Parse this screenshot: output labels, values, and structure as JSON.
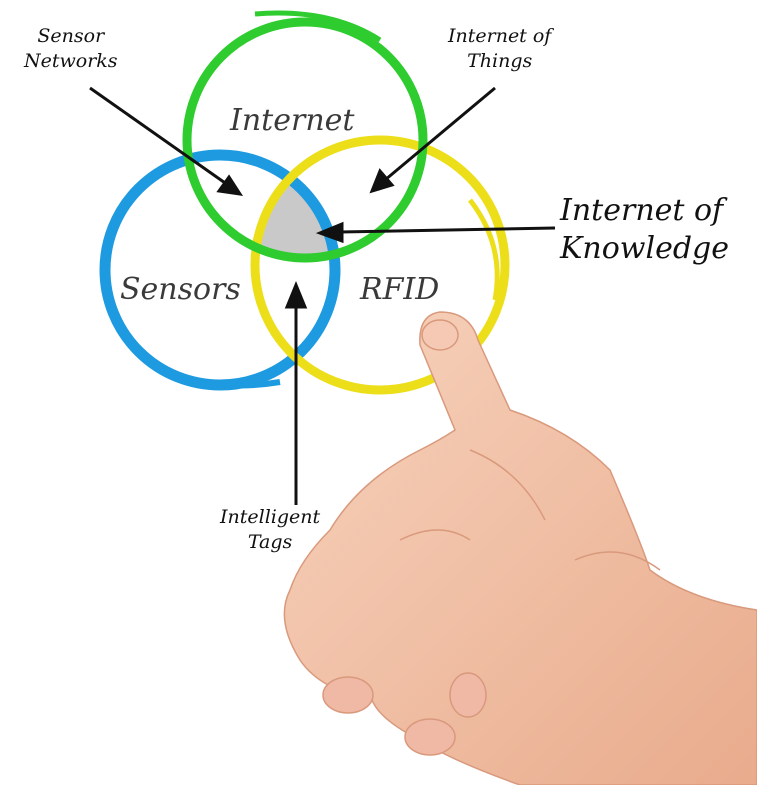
{
  "diagram": {
    "circles": [
      {
        "label": "Internet",
        "color": "#2ecc2e"
      },
      {
        "label": "Sensors",
        "color": "#1e9be0"
      },
      {
        "label": "RFID",
        "color": "#ecdf1a"
      }
    ],
    "intersection_color": "#c9c9c9",
    "callouts": {
      "sensor_networks": [
        "Sensor",
        "Networks"
      ],
      "internet_of_things": [
        "Internet of",
        "Things"
      ],
      "internet_of_knowledge": [
        "Internet of",
        "Knowledge"
      ],
      "intelligent_tags": [
        "Intelligent",
        "Tags"
      ]
    },
    "hand": {
      "skin": "#f3c4a8"
    }
  }
}
